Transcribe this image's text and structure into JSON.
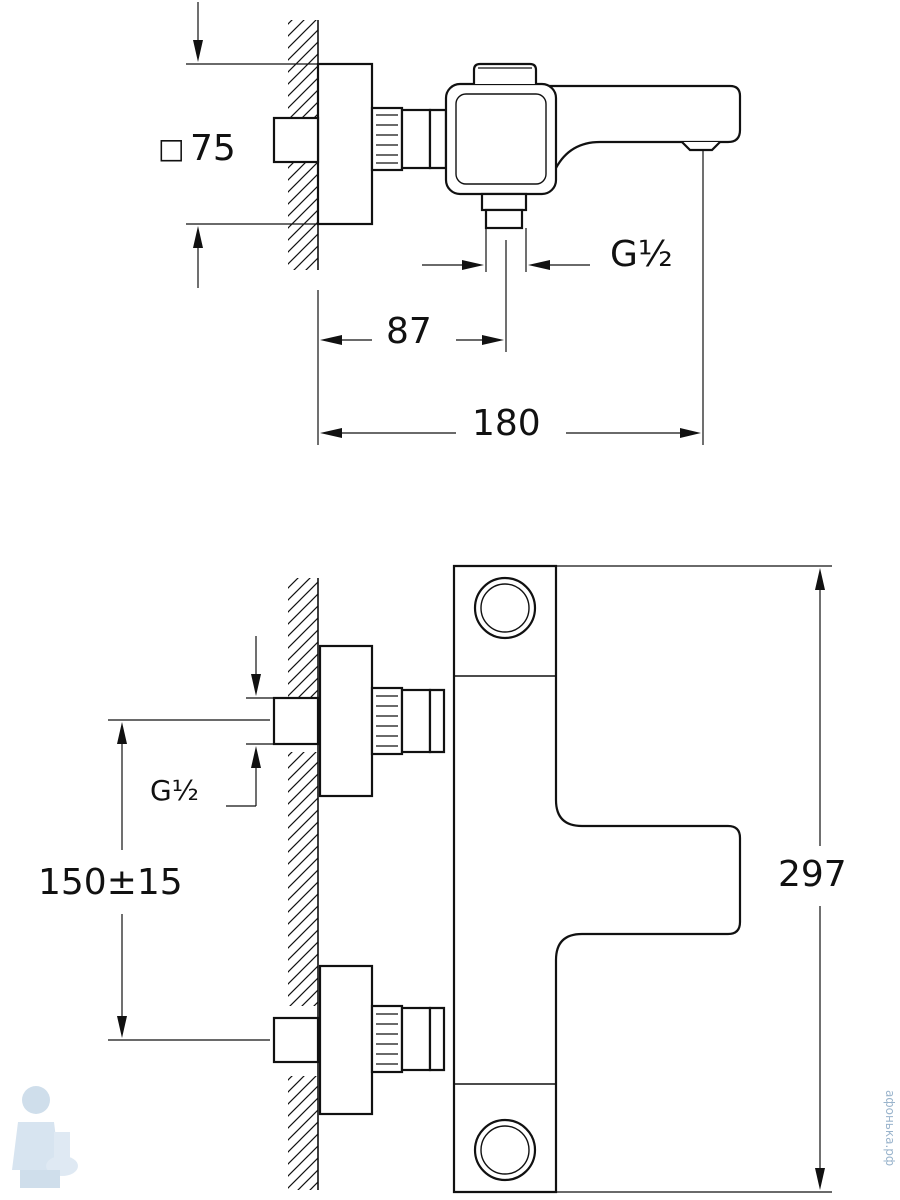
{
  "top_view": {
    "square_symbol": "□",
    "square_value": "75",
    "thread_label": "G½",
    "dim_inlet": "87",
    "dim_length": "180"
  },
  "front_view": {
    "thread_label": "G½",
    "dim_spacing": "150±15",
    "dim_height": "297"
  },
  "watermark": {
    "text": "афонька.рф",
    "color": "#9ab4cc"
  }
}
